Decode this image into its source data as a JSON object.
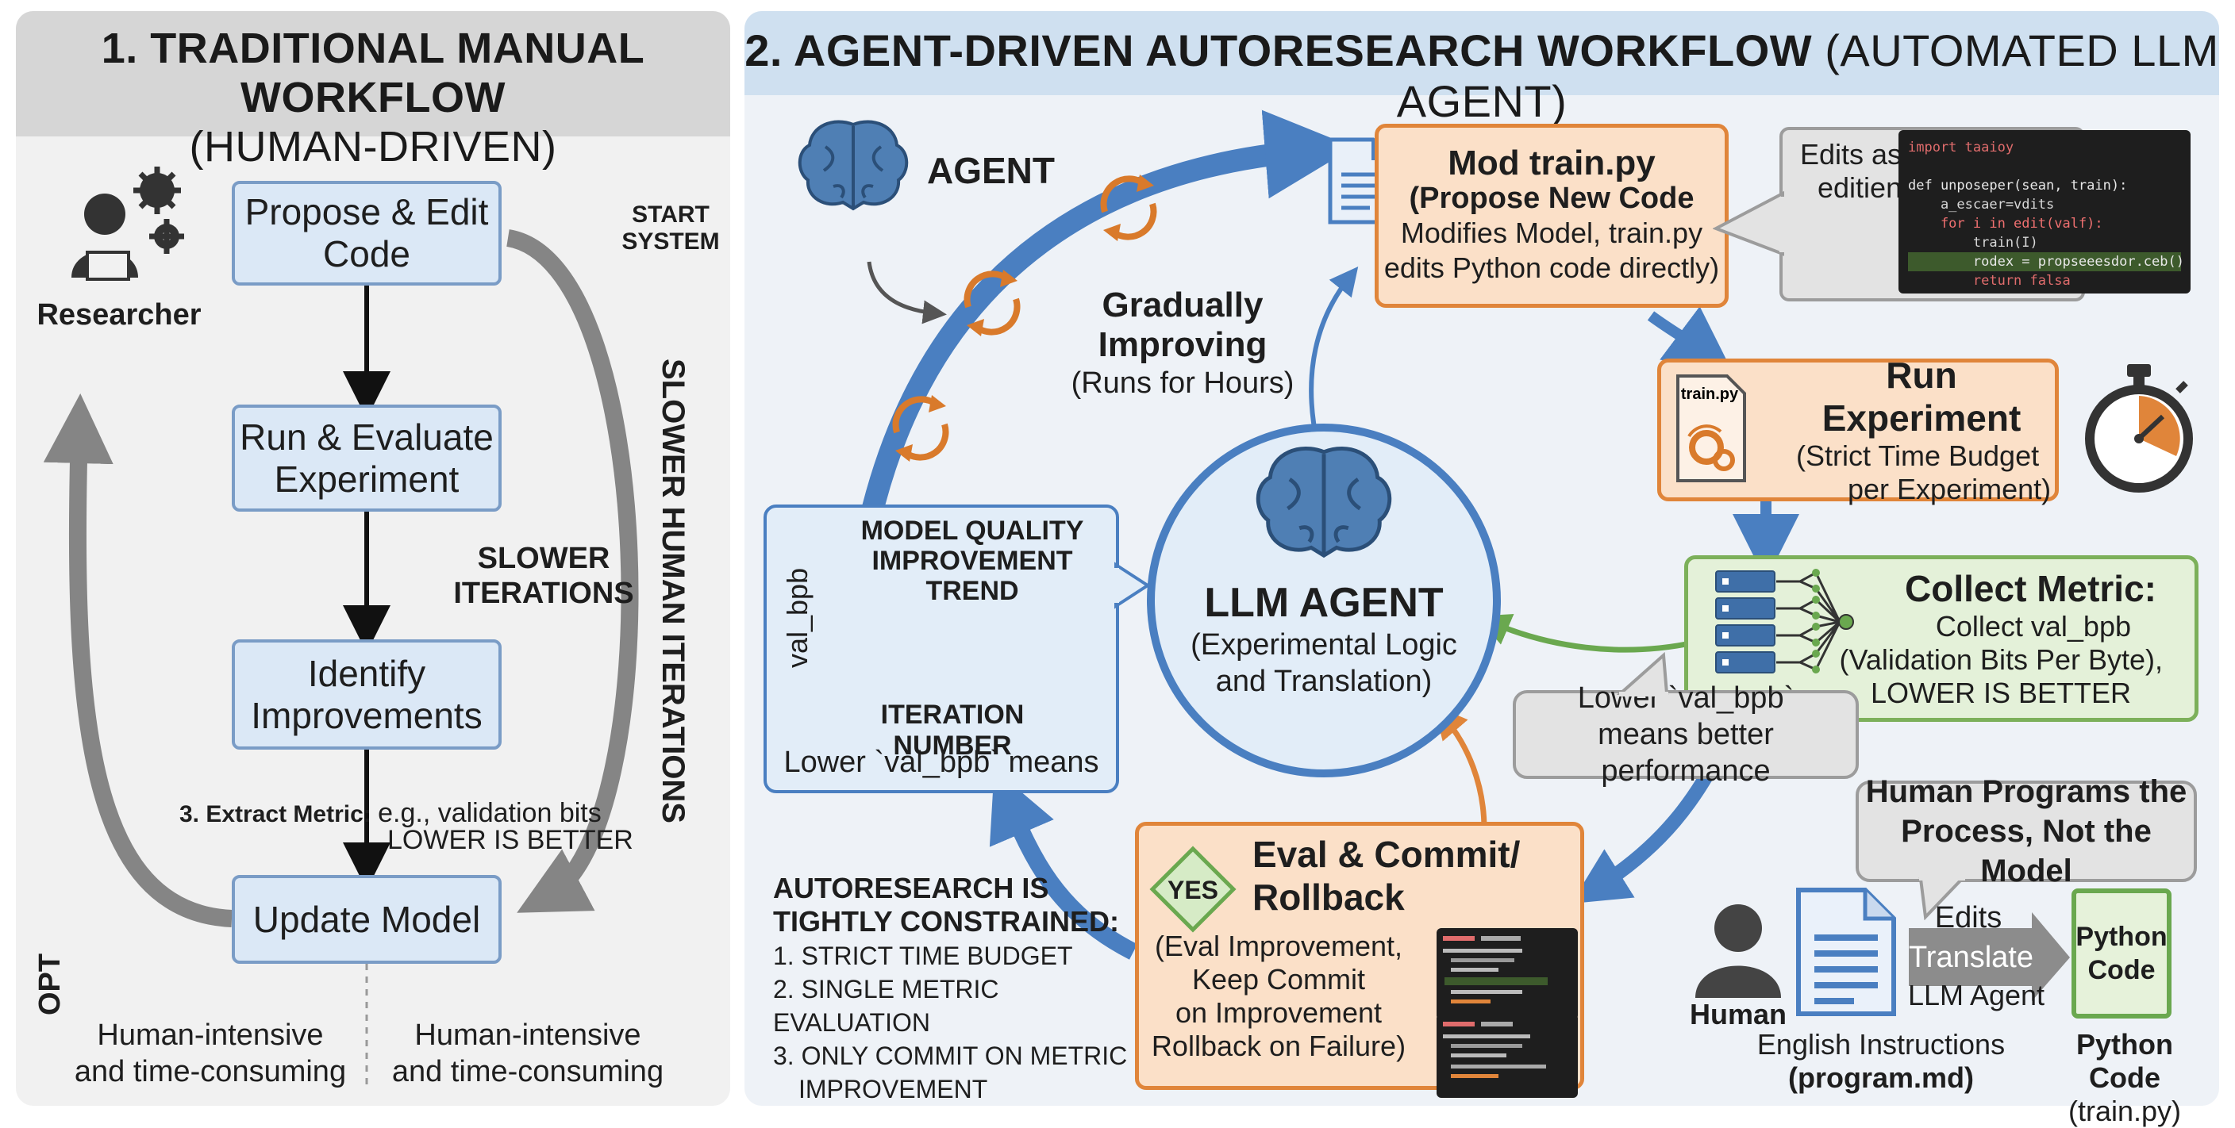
{
  "left": {
    "title_line1": "1. TRADITIONAL MANUAL WORKFLOW",
    "title_line2": "(HUMAN-DRIVEN)",
    "researcher_label": "Researcher",
    "box1": [
      "Propose & Edit",
      "Code"
    ],
    "box2": [
      "Run & Evaluate",
      "Experiment"
    ],
    "box3": [
      "Identify",
      "Improvements"
    ],
    "box4": "Update Model",
    "start_system": [
      "START",
      "SYSTEM"
    ],
    "slower_iterations": [
      "SLOWER",
      "ITERATIONS"
    ],
    "slower_human_iterations": "SLOWER HUMAN ITERATIONS",
    "extract_metric_bold": "3. Extract Metric:",
    "extract_metric_rest": "e.g., validation bits",
    "lower_is_better": "LOWER IS BETTER",
    "opt": "OPT",
    "footer_left": [
      "Human-intensive",
      "and time-consuming"
    ],
    "footer_right": [
      "Human-intensive",
      "and time-consuming"
    ]
  },
  "right": {
    "title_bold": "2. AGENT-DRIVEN AUTORESEARCH WORKFLOW",
    "title_light": "(AUTOMATED LLM AGENT)",
    "agent_label": "AGENT",
    "gradually": [
      "Gradually",
      "Improving"
    ],
    "runs_for_hours": "(Runs for Hours)",
    "mod": {
      "title": "Mod train.py",
      "subtitle": "(Propose New Code",
      "lines": [
        "Modifies Model, train.py",
        "edits Python code directly)"
      ]
    },
    "edits_callout": [
      "Edits as",
      "editien"
    ],
    "code_top": [
      {
        "text": "import taaioy",
        "color": "#e06c6c"
      },
      {
        "text": "",
        "color": "#d8d8d8"
      },
      {
        "text": "def unposeper(sean, train):",
        "color": "#e8e8e8"
      },
      {
        "text": "    a_escaer=vdits",
        "color": "#d8d8d8"
      },
      {
        "text": "    for i in edit(valf):",
        "color": "#f07070"
      },
      {
        "text": "        train(I)",
        "color": "#d8d8d8"
      },
      {
        "text": "        rodex = propseeesdor.ceb()",
        "color": "#e8e8e8"
      },
      {
        "text": "        return falsa",
        "color": "#e06c6c"
      }
    ],
    "run": {
      "title": "Run Experiment",
      "lines": [
        "(Strict Time Budget",
        "per Experiment)"
      ],
      "file_label": "train.py"
    },
    "collect": {
      "title": "Collect Metric:",
      "lines": [
        "Collect val_bpb",
        "(Validation Bits Per Byte),",
        "LOWER IS BETTER"
      ]
    },
    "lower_callout": [
      "Lower `val_bpb`",
      "means better performance"
    ],
    "llm": {
      "title": "LLM AGENT",
      "lines": [
        "(Experimental Logic",
        "and Translation)"
      ]
    },
    "trend": {
      "title": [
        "MODEL QUALITY",
        "IMPROVEMENT TREND"
      ],
      "ylabel": "val_bpb",
      "xlabel": "ITERATION NUMBER",
      "caption": "Lower `val_bpb` means"
    },
    "eval": {
      "title": [
        "Eval & Commit/",
        "Rollback"
      ],
      "yes": "YES",
      "lines": [
        "(Eval Improvement,",
        "Keep Commit",
        "on Improvement",
        "Rollback on Failure)"
      ]
    },
    "constraints": {
      "heading": [
        "AUTORESEARCH IS",
        "TIGHTLY CONSTRAINED:"
      ],
      "items": [
        "1. STRICT TIME BUDGET",
        "2. SINGLE METRIC EVALUATION",
        "3. ONLY COMMIT ON METRIC",
        "IMPROVEMENT"
      ]
    },
    "human_callout": [
      "Human Programs the",
      "Process, Not the Model"
    ],
    "edits_label": "Edits",
    "translate_label": "Translate",
    "llm_agent_label": "LLM Agent",
    "python_code_icon": [
      "Python",
      "Code"
    ],
    "human_label": "Human",
    "instructions": [
      "English Instructions",
      "(program.md)"
    ],
    "python_code_label": [
      "Python Code",
      "(train.py)"
    ]
  }
}
